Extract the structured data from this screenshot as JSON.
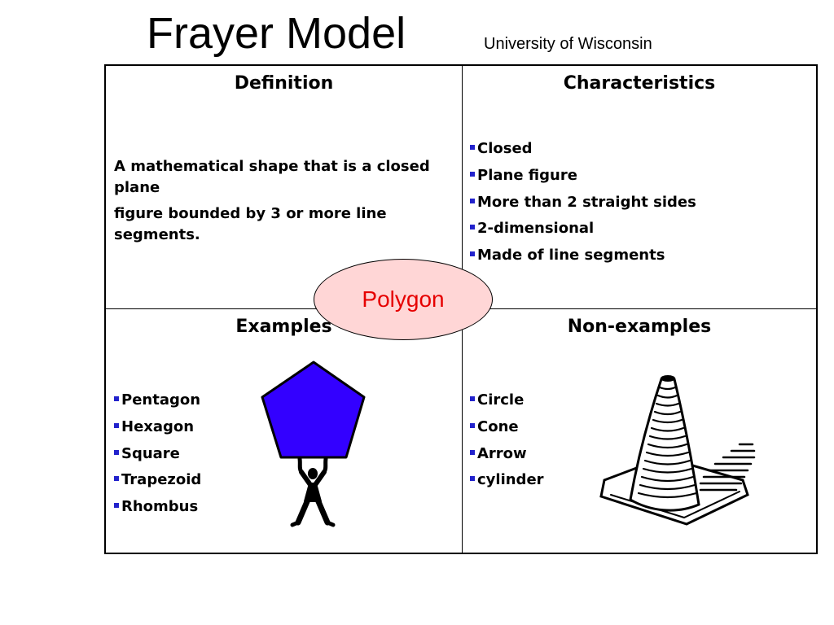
{
  "header": {
    "title": "Frayer Model",
    "subtitle": "University of Wisconsin"
  },
  "center": {
    "term": "Polygon",
    "fill_color": "#ffd6d6",
    "text_color": "#e60000"
  },
  "quadrants": {
    "definition": {
      "heading": "Definition",
      "lines": [
        "A mathematical shape that is a closed plane",
        "figure bounded by 3 or more line segments."
      ]
    },
    "characteristics": {
      "heading": "Characteristics",
      "items": [
        "Closed",
        "Plane figure",
        "More than 2 straight sides",
        "2-dimensional",
        "Made of line segments"
      ]
    },
    "examples": {
      "heading": "Examples",
      "items": [
        "Pentagon",
        "Hexagon",
        "Square",
        "Trapezoid",
        "Rhombus"
      ],
      "illustration": "person-holding-pentagon-icon"
    },
    "non_examples": {
      "heading": "Non-examples",
      "items": [
        "Circle",
        "Cone",
        "Arrow",
        "cylinder"
      ],
      "illustration": "traffic-cone-icon"
    }
  },
  "colors": {
    "bullet": "#2222cc",
    "pentagon_fill": "#3300ff",
    "border": "#000000"
  }
}
